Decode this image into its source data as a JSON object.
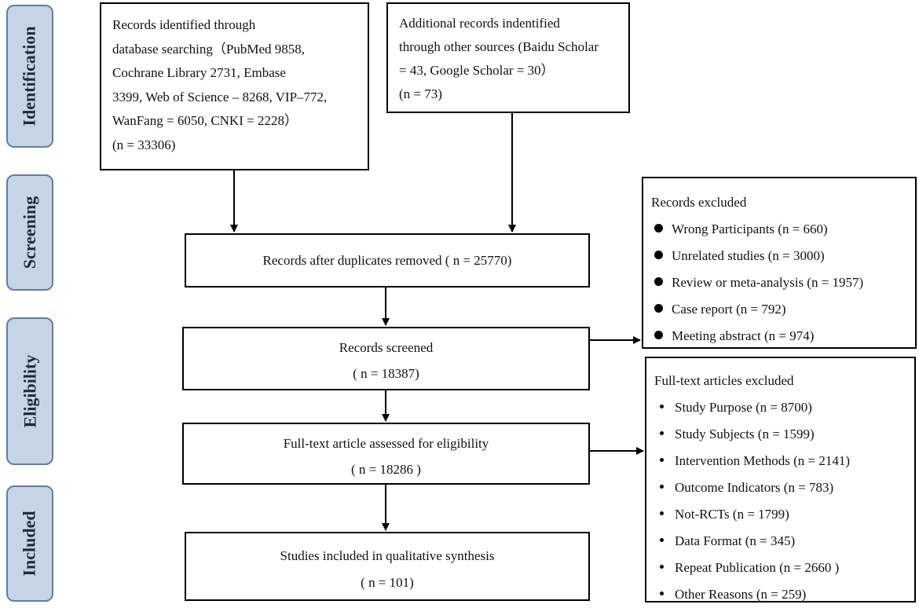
{
  "phases": [
    "Identification",
    "Screening",
    "Eligibility",
    "Included"
  ],
  "identified": {
    "lines": [
      "Records identified through",
      " database searching（PubMed   9858,",
      "Cochrane Library   2731, Embase",
      "3399, Web of Science – 8268, VIP–772,",
      "WanFang = 6050, CNKI = 2228）",
      "(n = 33306)"
    ]
  },
  "additional": {
    "lines": [
      "Additional records indentified",
      "through other sources (Baidu Scholar",
      "= 43, Google Scholar = 30）",
      "(n = 73)"
    ]
  },
  "duplicates_removed": {
    "text": "Records after duplicates removed ( n = 25770)"
  },
  "screened": {
    "label": "Records screened",
    "count": "( n = 18387)"
  },
  "records_excluded": {
    "title": "Records excluded",
    "items": [
      "Wrong Participants (n = 660)",
      "Unrelated studies (n = 3000)",
      "Review or meta-analysis (n = 1957)",
      "Case report (n = 792)",
      "Meeting abstract (n = 974)"
    ]
  },
  "fulltext_assessed": {
    "label": "Full-text article assessed for eligibility",
    "count": "( n = 18286 )"
  },
  "fulltext_excluded": {
    "title": "Full-text articles excluded",
    "items": [
      "Study Purpose (n = 8700)",
      "Study Subjects (n = 1599)",
      "Intervention Methods  (n = 2141)",
      "Outcome Indicators  (n = 783)",
      "Not-RCTs (n = 1799)",
      "Data Format (n = 345)",
      "Repeat Publication (n = 2660 )",
      "Other Reasons (n = 259)"
    ]
  },
  "included": {
    "label": "Studies included in qualitative synthesis",
    "count": "( n = 101)"
  }
}
